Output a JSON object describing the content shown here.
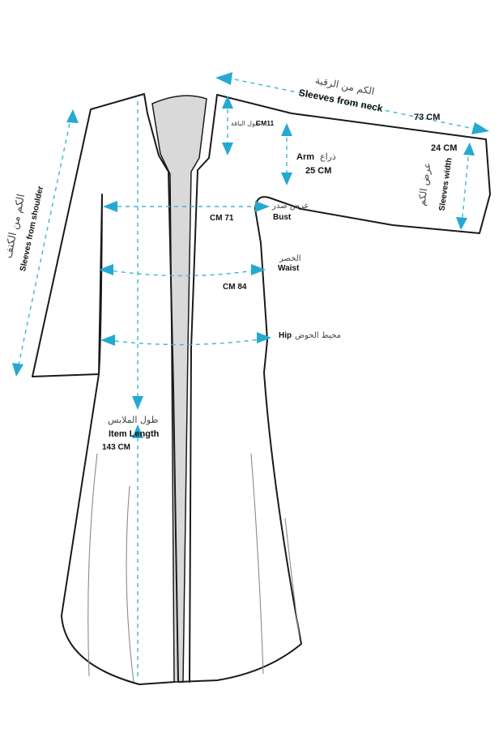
{
  "measurements": {
    "sleeves_neck": {
      "ar": "الكم من الرقبة",
      "en": "Sleeves from neck",
      "value": "73 CM"
    },
    "collar": {
      "ar": "طول الياقة",
      "value": "CM11"
    },
    "arm": {
      "ar": "ذراع",
      "en": "Arm",
      "value": "25 CM"
    },
    "sleeves_width": {
      "ar": "عرض الكم",
      "en": "Sleeves width",
      "value": "24 CM"
    },
    "sleeves_shoulder": {
      "ar": "الكم من الكتف",
      "en": "Sleeves from shoulder"
    },
    "bust": {
      "ar": "عرض صدر",
      "en": "Bust",
      "value": "CM 71"
    },
    "waist": {
      "ar": "الخصر",
      "en": "Waist",
      "value": "CM 84"
    },
    "hip": {
      "ar": "محيط الحوض",
      "en": "Hip"
    },
    "length": {
      "ar": "طول الملابس",
      "en": "Item Length",
      "value": "143 CM"
    }
  },
  "colors": {
    "accent": "#25a9d2",
    "dash": "#3bb8d0",
    "outline": "#1a1a1a",
    "lining": "#d9d9d9"
  }
}
